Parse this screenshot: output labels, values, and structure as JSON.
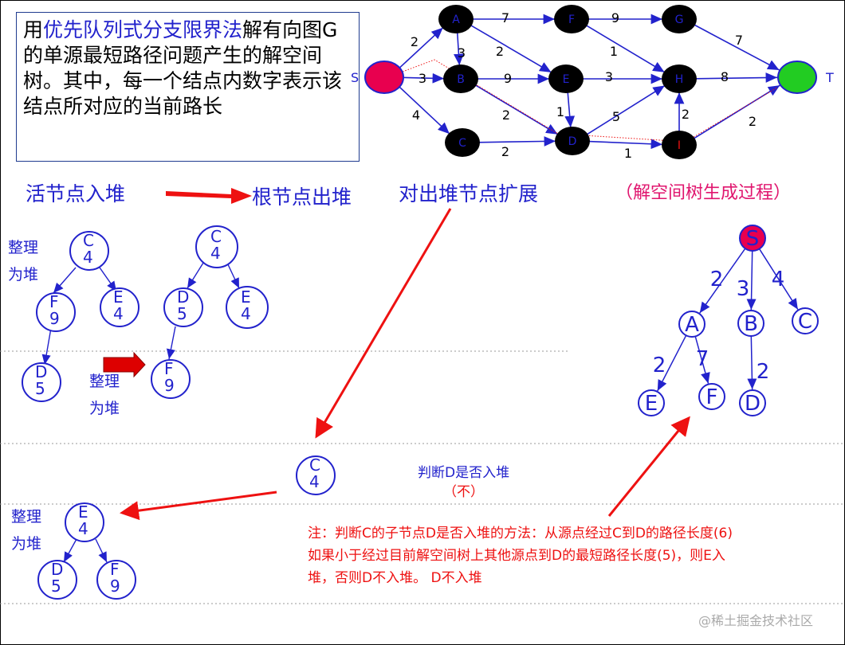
{
  "intro": {
    "prefix": "用",
    "highlight": "优先队列式分支限界法",
    "suffix": "解有向图G的单源最短路径问题产生的解空间树。其中，每一个结点内数字表示该结点所对应的当前路长"
  },
  "steps": {
    "push": "活节点入堆",
    "pop": "根节点出堆",
    "expand": "对出堆节点扩展",
    "tree_title": "（解空间树生成过程）"
  },
  "heapify_label": [
    "整理",
    "为堆"
  ],
  "graph": {
    "nodes": [
      "S",
      "A",
      "B",
      "C",
      "D",
      "E",
      "F",
      "G",
      "H",
      "I",
      "T"
    ],
    "edges": [
      {
        "from": "S",
        "to": "A",
        "w": "2"
      },
      {
        "from": "S",
        "to": "B",
        "w": "3"
      },
      {
        "from": "S",
        "to": "C",
        "w": "4"
      },
      {
        "from": "A",
        "to": "F",
        "w": "7"
      },
      {
        "from": "A",
        "to": "B",
        "w": "3"
      },
      {
        "from": "A",
        "to": "E",
        "w": "2"
      },
      {
        "from": "B",
        "to": "E",
        "w": "9"
      },
      {
        "from": "B",
        "to": "D",
        "w": "2"
      },
      {
        "from": "C",
        "to": "D",
        "w": "2"
      },
      {
        "from": "E",
        "to": "D",
        "w": "1"
      },
      {
        "from": "E",
        "to": "H",
        "w": "3"
      },
      {
        "from": "F",
        "to": "G",
        "w": "9"
      },
      {
        "from": "F",
        "to": "H",
        "w": "1"
      },
      {
        "from": "G",
        "to": "T",
        "w": "7"
      },
      {
        "from": "H",
        "to": "T",
        "w": "8"
      },
      {
        "from": "D",
        "to": "H",
        "w": "5"
      },
      {
        "from": "D",
        "to": "I",
        "w": "1"
      },
      {
        "from": "I",
        "to": "H",
        "w": "2"
      },
      {
        "from": "I",
        "to": "T",
        "w": "2"
      }
    ]
  },
  "heap1": [
    {
      "n": "C",
      "v": "4"
    },
    {
      "n": "F",
      "v": "9"
    },
    {
      "n": "E",
      "v": "4"
    },
    {
      "n": "D",
      "v": "5"
    }
  ],
  "heap2": [
    {
      "n": "C",
      "v": "4"
    },
    {
      "n": "D",
      "v": "5"
    },
    {
      "n": "E",
      "v": "4"
    },
    {
      "n": "F",
      "v": "9"
    }
  ],
  "popped": {
    "n": "C",
    "v": "4"
  },
  "heap3": [
    {
      "n": "E",
      "v": "4"
    },
    {
      "n": "D",
      "v": "5"
    },
    {
      "n": "F",
      "v": "9"
    }
  ],
  "judge": [
    "判断D是否入堆",
    "（不）"
  ],
  "tree": {
    "nodes": [
      "S",
      "A",
      "B",
      "C",
      "E",
      "F",
      "D"
    ],
    "weights": {
      "SA": "2",
      "SB": "3",
      "SC": "4",
      "AE": "2",
      "AF": "7",
      "BD": "2"
    }
  },
  "note": [
    "注：判断C的子节点D是否入堆的方法：从源点经过C到D的路径长度(6)",
    "如果小于经过目前解空间树上其他源点到D的最短路径长度(5)，则E入",
    "堆，否则D不入堆。 D不入堆"
  ],
  "watermark": "@稀土掘金技术社区",
  "colors": {
    "accent": "#2222cc",
    "arrow": "#ee1111",
    "source": "#e8004f",
    "target": "#22cc22"
  }
}
